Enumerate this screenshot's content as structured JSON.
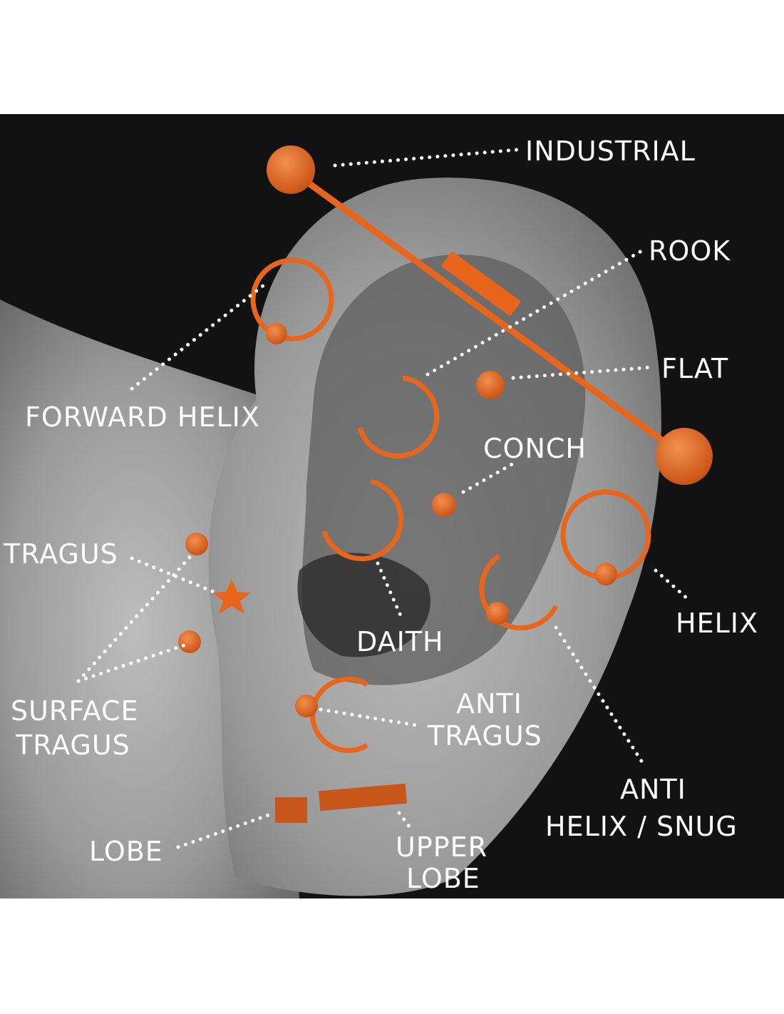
{
  "diagram": {
    "accent_color": "#e8661c",
    "labels": {
      "industrial": "INDUSTRIAL",
      "rook": "ROOK",
      "flat": "FLAT",
      "forward_helix": "FORWARD HELIX",
      "conch": "CONCH",
      "tragus": "TRAGUS",
      "helix": "HELIX",
      "daith": "DAITH",
      "surface_tragus_1": "SURFACE",
      "surface_tragus_2": "TRAGUS",
      "anti_tragus_1": "ANTI",
      "anti_tragus_2": "TRAGUS",
      "anti_helix_1": "ANTI",
      "anti_helix_2": "HELIX / SNUG",
      "lobe": "LOBE",
      "upper_lobe_1": "UPPER",
      "upper_lobe_2": "LOBE"
    }
  }
}
